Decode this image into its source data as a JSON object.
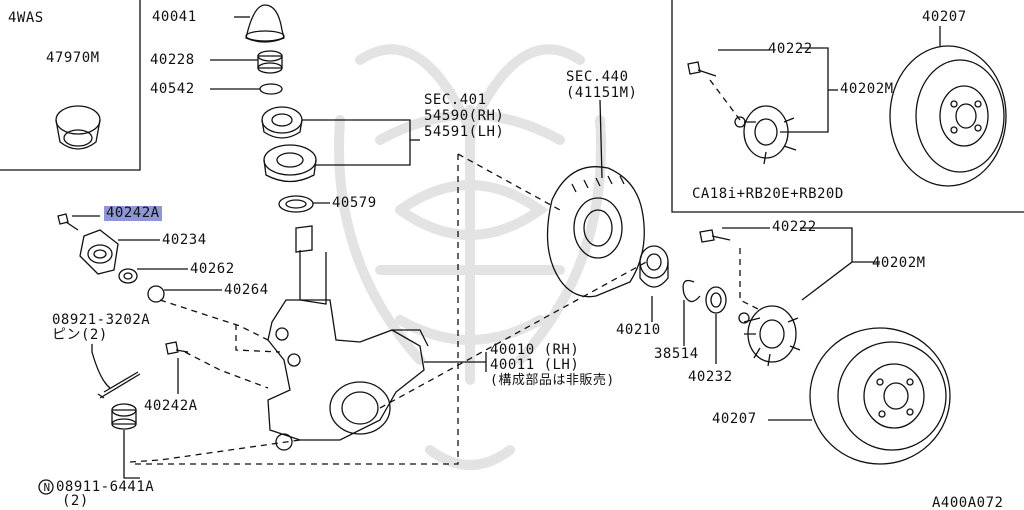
{
  "labels": {
    "variant_4was": "4WAS",
    "p47970m": "47970M",
    "p40041": "40041",
    "p40228": "40228",
    "p40542": "40542",
    "sec401_title": "SEC.401",
    "p54590": "54590(RH)",
    "p54591": "54591(LH)",
    "p40579": "40579",
    "p40242a_top": "40242A",
    "p40234": "40234",
    "p40262": "40262",
    "p40264": "40264",
    "p08921": "08921-3202A",
    "pin_qty": "ピン(2)",
    "p40242a_mid": "40242A",
    "p08911": "08911-6441A",
    "nut_qty": "(2)",
    "circle_n": "N",
    "sec440_title": "SEC.440",
    "p41151m": "(41151M)",
    "p40010": "40010 (RH)",
    "p40011": "40011 (LH)",
    "not_sold": "(構成部品は非販売)",
    "p40210": "40210",
    "p38514": "38514",
    "p40232": "40232",
    "p40207_bottom": "40207",
    "p40222_bottom": "40222",
    "p40202m_bottom": "40202M",
    "p40207_top": "40207",
    "p40222_top": "40222",
    "p40202m_top": "40202M",
    "engine_note": "CA18i+RB20E+RB20D",
    "diagram_code": "A400A072"
  },
  "colors": {
    "line": "#111111",
    "highlight": "#8f96d6",
    "watermark": "#e6e6e6"
  }
}
